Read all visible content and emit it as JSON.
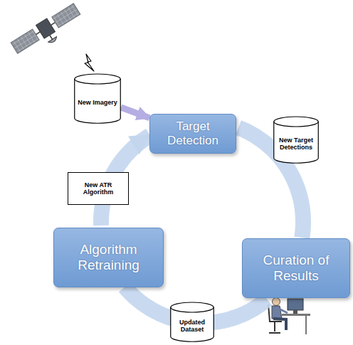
{
  "diagram": {
    "nodes": [
      {
        "text": [
          "New Imagery"
        ]
      },
      {
        "text": [
          "Target Detection"
        ]
      },
      {
        "text": [
          "New Target Detections"
        ]
      },
      {
        "text": [
          "Curation of Results"
        ]
      },
      {
        "text": [
          "Updated Dataset"
        ]
      },
      {
        "text": [
          "Algorithm Retraining"
        ]
      },
      {
        "text": [
          "New ATR Algorithm"
        ]
      }
    ],
    "edges": [
      {
        "from": 0,
        "to": 1,
        "arrow": "to"
      },
      {
        "from": 1,
        "to": 3,
        "arrow": "none"
      },
      {
        "from": 3,
        "to": 5,
        "arrow": "none"
      },
      {
        "from": 5,
        "to": 1,
        "arrow": "to"
      }
    ]
  }
}
